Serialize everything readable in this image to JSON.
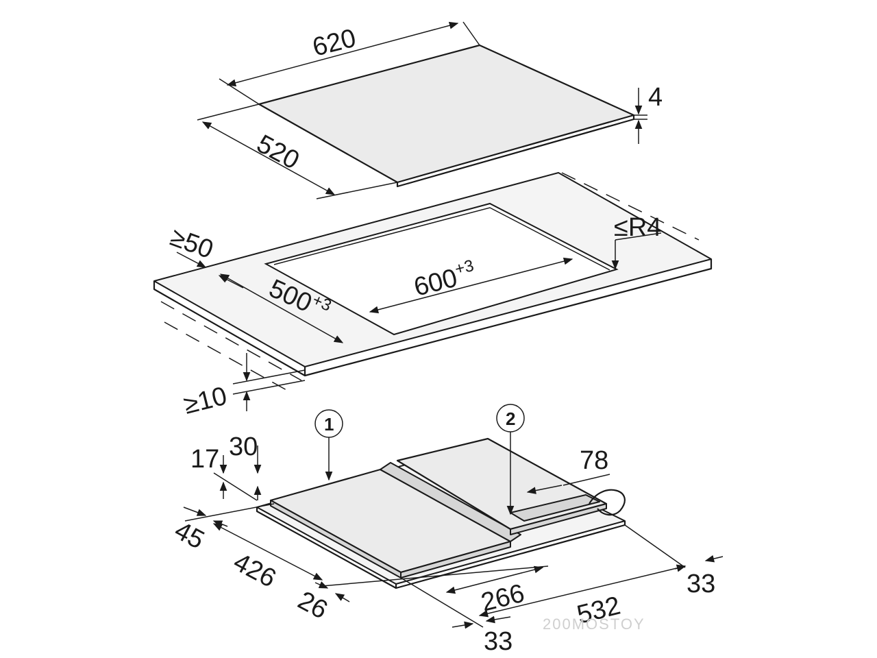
{
  "hob": {
    "width": "620",
    "depth": "520",
    "thickness": "4"
  },
  "worktop": {
    "edge_min": "≥50",
    "corner_radius": "≤R4",
    "cutout_width": "600",
    "cutout_width_tol": "+3",
    "cutout_depth": "500",
    "cutout_depth_tol": "+3",
    "clearance_min": "≥10"
  },
  "housing": {
    "callout_1": "1",
    "callout_2": "2",
    "dim_17": "17",
    "dim_30": "30",
    "dim_45": "45",
    "dim_426": "426",
    "dim_26": "26",
    "dim_266": "266",
    "dim_532": "532",
    "dim_33_left": "33",
    "dim_33_right": "33",
    "dim_78": "78"
  },
  "watermark": "200MOSTOY"
}
